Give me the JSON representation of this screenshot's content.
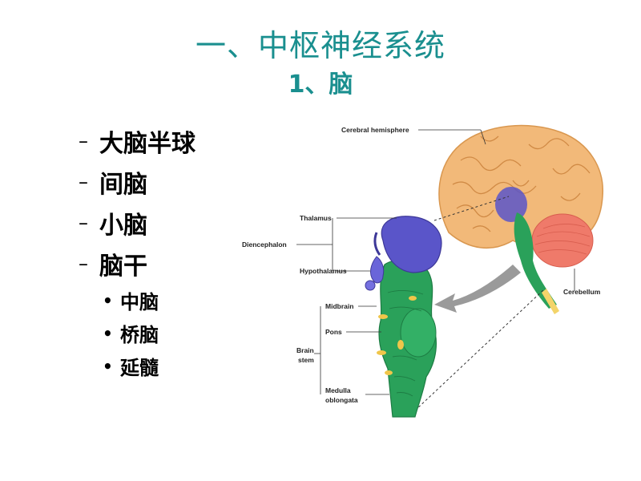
{
  "title": {
    "line1": "一、中枢神经系统",
    "line2": "1、脑"
  },
  "bullets": [
    {
      "text": "大脑半球"
    },
    {
      "text": "间脑"
    },
    {
      "text": "小脑"
    },
    {
      "text": "脑干"
    }
  ],
  "sub_bullets": [
    {
      "text": "中脑"
    },
    {
      "text": "桥脑"
    },
    {
      "text": "延髓"
    }
  ],
  "figure_labels": {
    "cerebral_hemisphere": "Cerebral hemisphere",
    "thalamus": "Thalamus",
    "diencephalon": "Diencephalon",
    "hypothalamus": "Hypothalamus",
    "cerebellum": "Cerebellum",
    "midbrain": "Midbrain",
    "pons": "Pons",
    "brain": "Brain",
    "stem": "stem",
    "medulla": "Medulla",
    "oblongata": "oblongata"
  },
  "colors": {
    "title": "#1a8f8f",
    "cerebrum": "#f2b979",
    "brainstem": "#2aa15a",
    "diencephalon": "#5a55c9",
    "cerebellum": "#ef7a6a"
  }
}
